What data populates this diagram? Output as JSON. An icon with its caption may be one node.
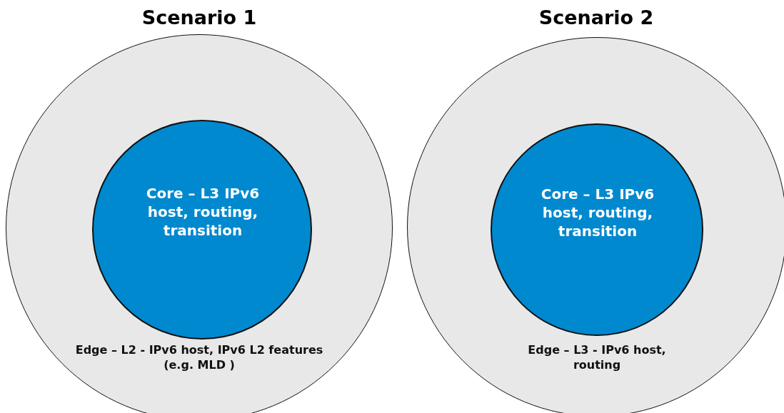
{
  "diagram": {
    "nodes": [
      {
        "text": [
          "Scenario 1",
          "Edge – L2 - IPv6 host, IPv6 L2 features (e.g. MLD )"
        ]
      },
      {
        "text": [
          "Core – L3 IPv6 host, routing, transition"
        ],
        "in": 0
      },
      {
        "text": [
          "Scenario 2",
          "Edge – L3 - IPv6 host, routing"
        ]
      },
      {
        "text": [
          "Core – L3 IPv6 host, routing, transition"
        ],
        "in": 2
      }
    ]
  }
}
